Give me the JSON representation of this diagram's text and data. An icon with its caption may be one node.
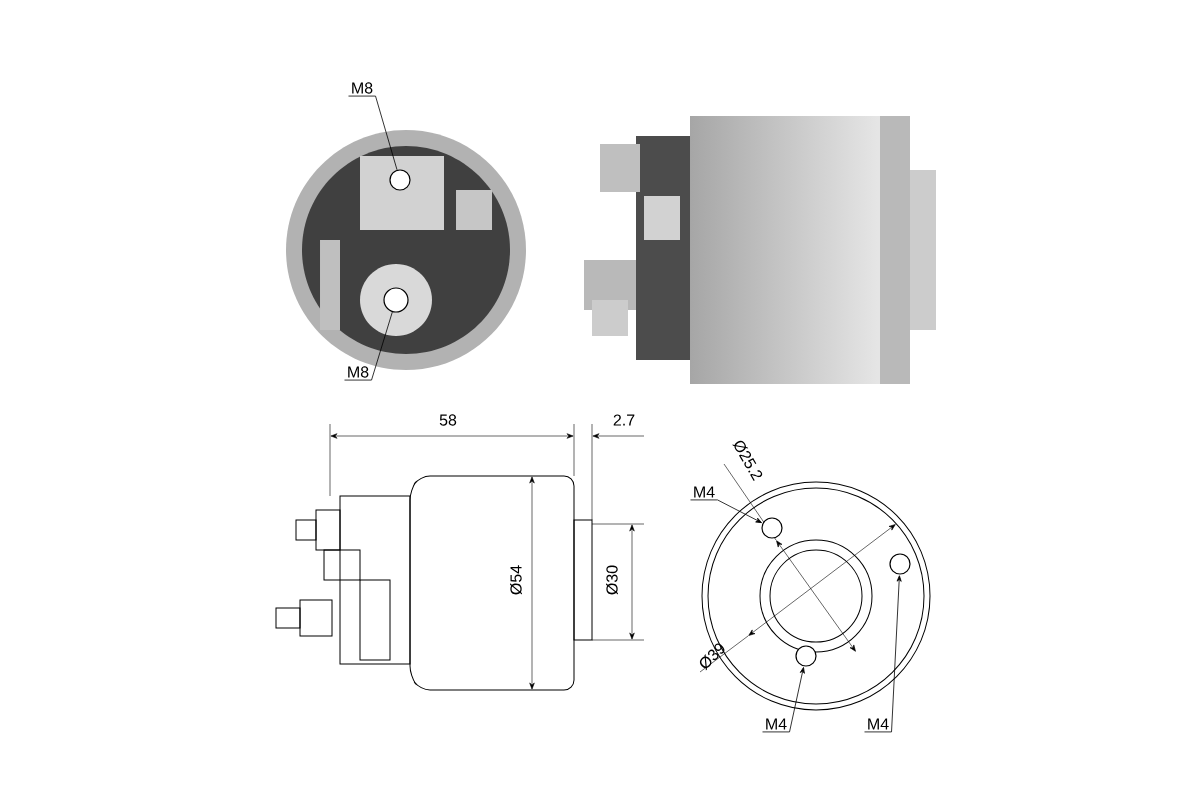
{
  "diagram": {
    "nodes": [
      {
        "text": [
          "M8"
        ]
      },
      {
        "text": [],
        "shape": "circle"
      },
      {
        "text": [
          "M8"
        ]
      },
      {
        "text": [],
        "shape": "circle"
      },
      {
        "text": [
          "M4"
        ]
      },
      {
        "text": [],
        "shape": "circle"
      },
      {
        "text": [
          "M4"
        ]
      },
      {
        "text": [],
        "shape": "circle"
      },
      {
        "text": [
          "M4"
        ]
      },
      {
        "text": [],
        "shape": "circle"
      }
    ],
    "edges": [
      {
        "from": 0,
        "to": 1,
        "arrow": "none"
      },
      {
        "from": 2,
        "to": 3,
        "arrow": "none"
      },
      {
        "from": 4,
        "to": 5,
        "arrow": "to"
      },
      {
        "from": 6,
        "to": 7,
        "arrow": "to"
      },
      {
        "from": 8,
        "to": 9,
        "arrow": "to"
      }
    ],
    "labels": [
      "58",
      "2.7",
      "Ø54",
      "Ø30",
      "Ø25.2",
      "Ø39"
    ]
  }
}
